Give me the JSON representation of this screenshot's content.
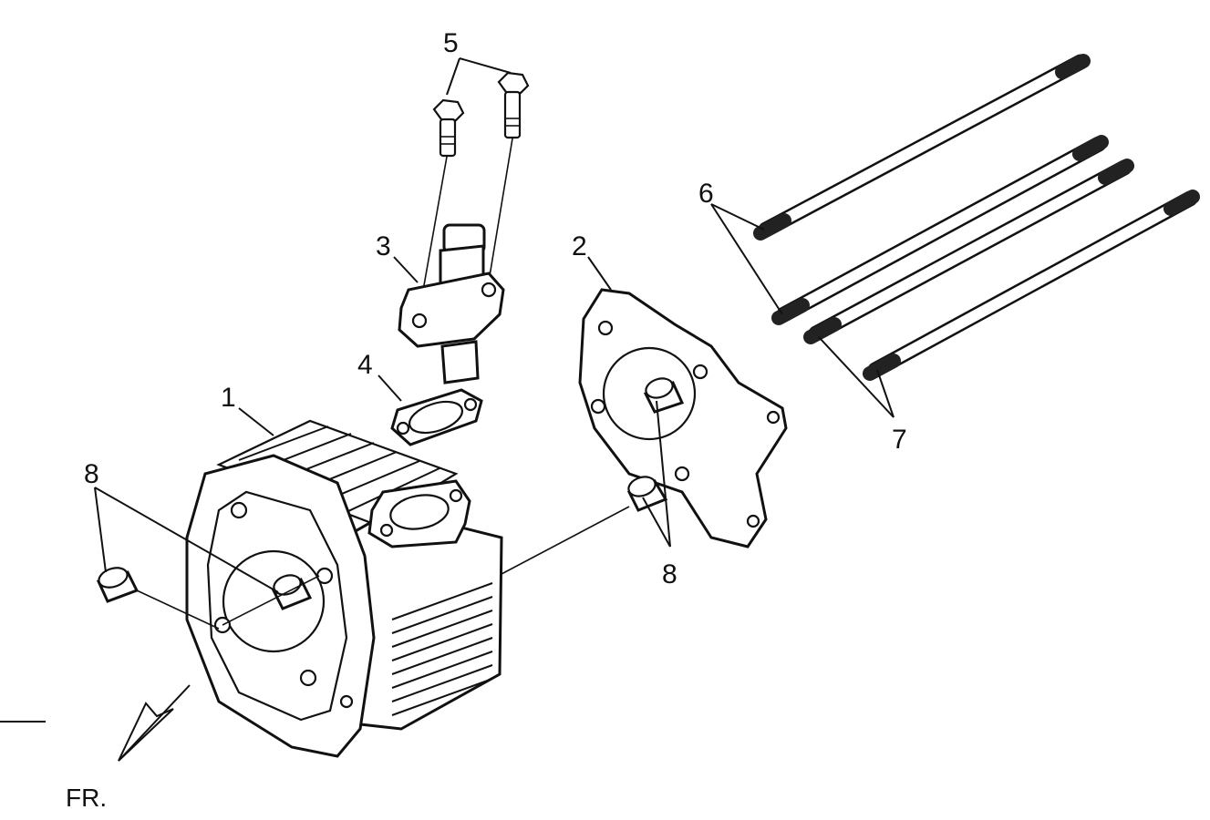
{
  "labels": {
    "p1": "1",
    "p2": "2",
    "p3": "3",
    "p4": "4",
    "p5": "5",
    "p6": "6",
    "p7": "7",
    "p8a": "8",
    "p8b": "8"
  },
  "front_marker": "FR."
}
